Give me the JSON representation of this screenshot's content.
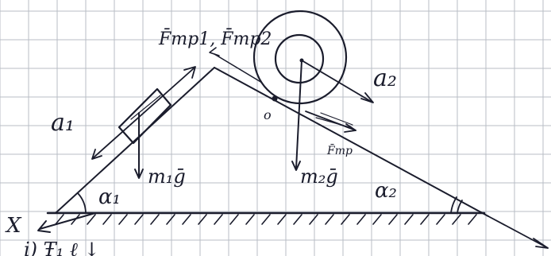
{
  "page": {
    "background": "#ffffff",
    "grid_color": "#b9bec6",
    "ink_color": "#1a1c2c"
  },
  "labels": {
    "friction_forces": "F̄тр1, F̄тр2",
    "accel_2": "a₂",
    "accel_1": "a₁",
    "point_o": "o",
    "friction_tr": "F̄тр",
    "weight_1": "m₁ḡ",
    "weight_2": "m₂ḡ",
    "alpha_1": "α₁",
    "alpha_2": "α₂",
    "axis_x": "X"
  },
  "bottom_scrawl": "ⅰ) Ŧ₁   ℓ              ↓"
}
